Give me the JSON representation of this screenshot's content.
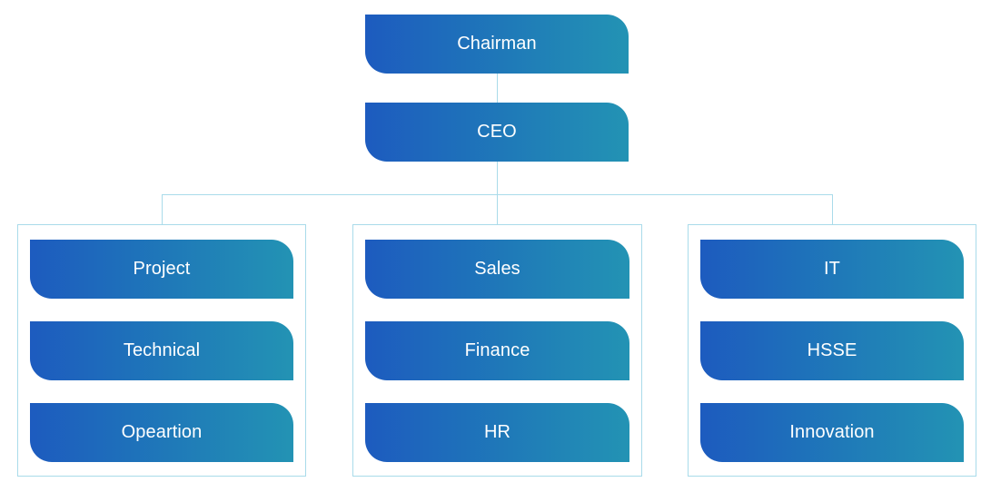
{
  "org_chart": {
    "chairman": "Chairman",
    "ceo": "CEO",
    "departments": [
      {
        "units": [
          "Project",
          "Technical",
          "Opeartion"
        ]
      },
      {
        "units": [
          "Sales",
          "Finance",
          "HR"
        ]
      },
      {
        "units": [
          "IT",
          "HSSE",
          "Innovation"
        ]
      }
    ]
  },
  "colors": {
    "node_gradient_start": "#1d5bbf",
    "node_gradient_end": "#2393b4",
    "node_text": "#ffffff",
    "connector": "#a9dbea",
    "group_border": "#a9dbea",
    "background": "#ffffff"
  }
}
